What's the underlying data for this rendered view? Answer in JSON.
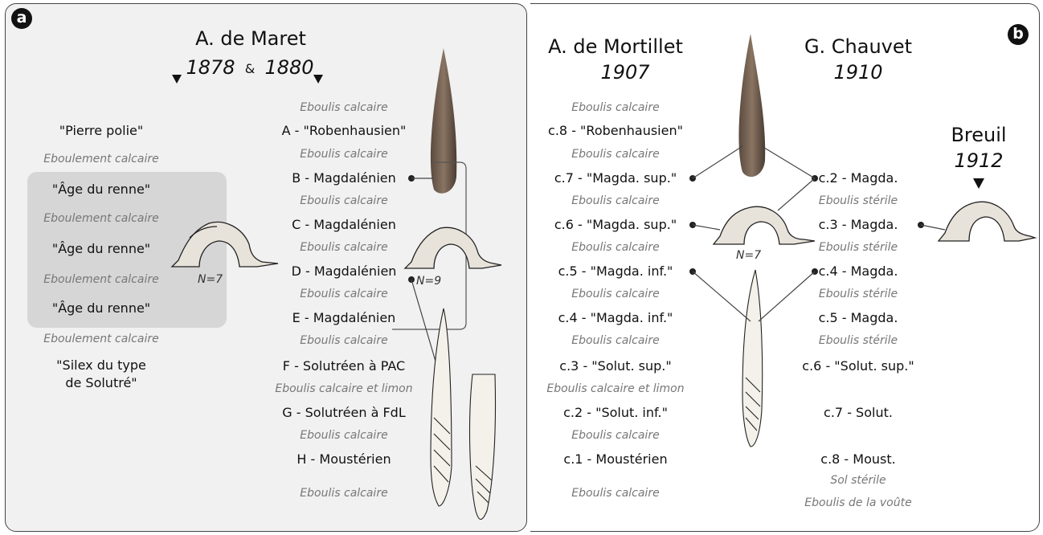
{
  "panel_a": {
    "badge": "a",
    "author": "A. de Maret",
    "year1": "1878",
    "amp": "&",
    "year2": "1880",
    "left_column": [
      "\"Pierre polie\"",
      "Eboulement calcaire",
      "\"Âge du renne\"",
      "Eboulement calcaire",
      "\"Âge du renne\"",
      "Eboulement calcaire",
      "\"Âge du renne\"",
      "Eboulement calcaire",
      "\"Silex du type",
      "de Solutré\""
    ],
    "right_column": [
      "Eboulis calcaire",
      "A - \"Robenhausien\"",
      "Eboulis calcaire",
      "B - Magdalénien",
      "Eboulis calcaire",
      "C - Magdalénien",
      "Eboulis calcaire",
      "D - Magdalénien",
      "Eboulis calcaire",
      "E - Magdalénien",
      "Eboulis calcaire",
      "F - Solutréen à PAC",
      "Eboulis calcaire et limon",
      "G - Solutréen à FdL",
      "Eboulis calcaire",
      "H - Moustérien",
      "Eboulis calcaire"
    ],
    "n_left": "N=7",
    "n_right": "N=9"
  },
  "panel_b": {
    "badge": "b",
    "author1": "A. de Mortillet",
    "year1": "1907",
    "author2": "G. Chauvet",
    "year2": "1910",
    "author3": "Breuil",
    "year3": "1912",
    "mortillet_column": [
      "Eboulis calcaire",
      "c.8 - \"Robenhausien\"",
      "Eboulis calcaire",
      "c.7 - \"Magda. sup.\"",
      "Eboulis calcaire",
      "c.6 - \"Magda. sup.\"",
      "Eboulis calcaire",
      "c.5 - \"Magda. inf.\"",
      "Eboulis calcaire",
      "c.4 - \"Magda. inf.\"",
      "Eboulis calcaire",
      "c.3 - \"Solut. sup.\"",
      "Eboulis calcaire et limon",
      "c.2 - \"Solut. inf.\"",
      "Eboulis calcaire",
      "c.1 - Moustérien",
      "Eboulis calcaire"
    ],
    "chauvet_column": [
      "c.2 - Magda.",
      "Eboulis stérile",
      "c.3 - Magda.",
      "Eboulis stérile",
      "c.4 - Magda.",
      "Eboulis stérile",
      "c.5 - Magda.",
      "Eboulis stérile",
      "c.6 - \"Solut. sup.\"",
      "c.7 - Solut.",
      "c.8 - Moust.",
      "Sol stérile",
      "Eboulis de la voûte"
    ],
    "n_label": "N=7"
  },
  "colors": {
    "panel_a_bg": "#f1f1f1",
    "grey_box": "#d6d6d6",
    "deposit_text": "#777777"
  }
}
